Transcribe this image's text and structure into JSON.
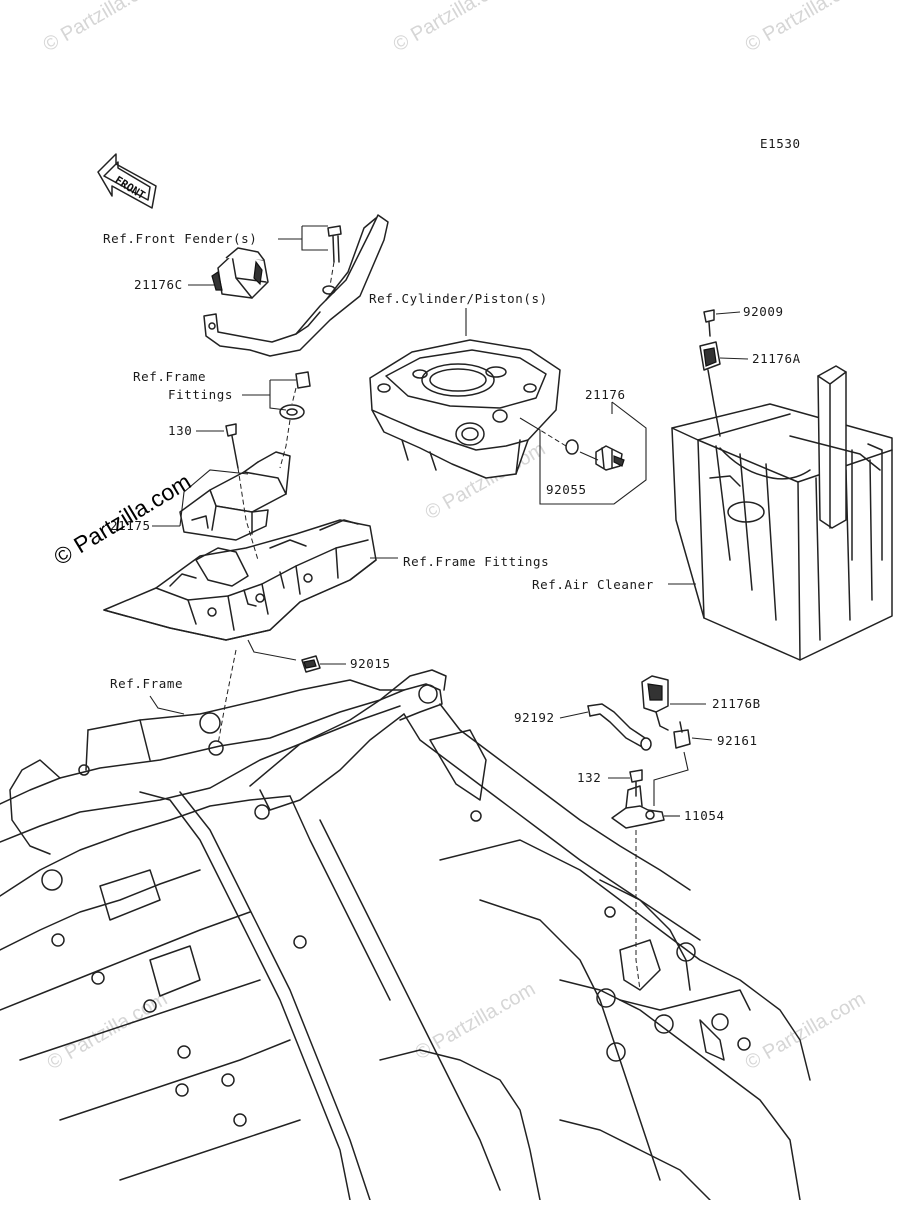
{
  "diagram": {
    "code": "E1530",
    "front_arrow_label": "FRONT",
    "watermark": "© Partzilla.com",
    "callouts": {
      "ref_front_fender": "Ref.Front Fender(s)",
      "part_21176c": "21176C",
      "ref_cylinder_piston": "Ref.Cylinder/Piston(s)",
      "part_92009": "92009",
      "part_21176a": "21176A",
      "ref_frame_fittings_top_line1": "Ref.Frame",
      "ref_frame_fittings_top_line2": "Fittings",
      "part_21176": "21176",
      "part_130": "130",
      "part_92055": "92055",
      "part_21175": "21175",
      "ref_frame_fittings": "Ref.Frame Fittings",
      "ref_air_cleaner": "Ref.Air Cleaner",
      "part_92015": "92015",
      "ref_frame": "Ref.Frame",
      "part_21176b": "21176B",
      "part_92192": "92192",
      "part_92161": "92161",
      "part_132": "132",
      "part_11054": "11054"
    }
  }
}
